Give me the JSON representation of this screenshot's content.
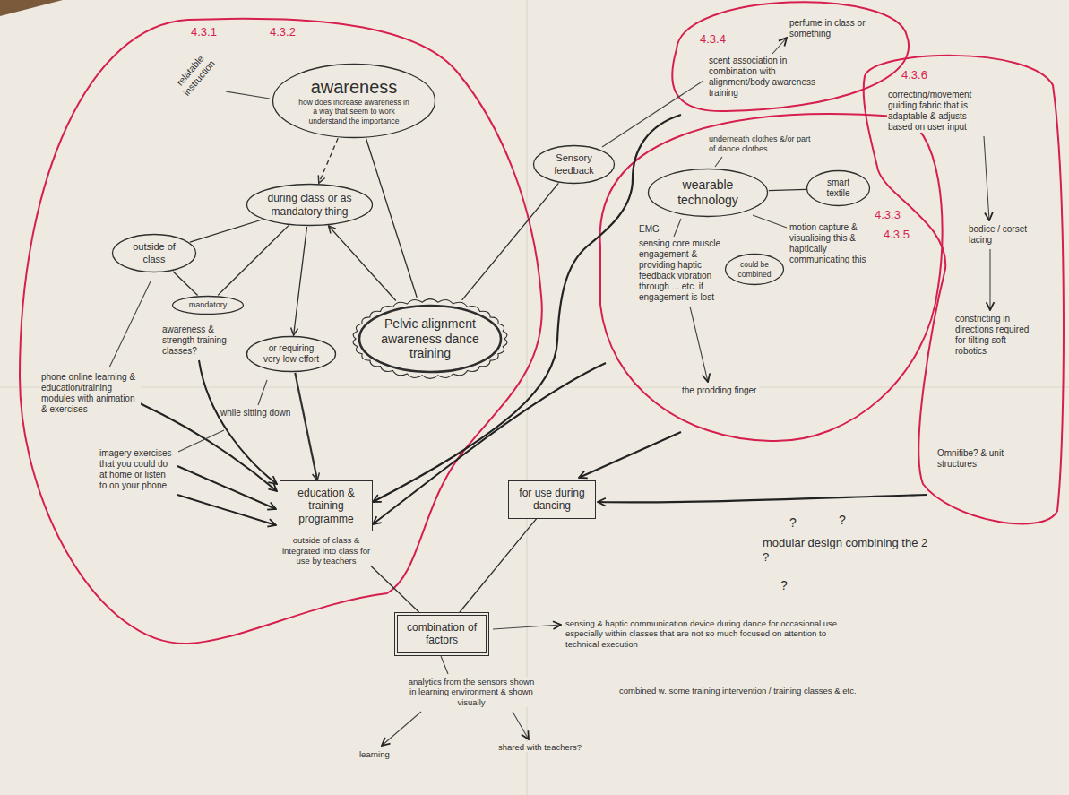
{
  "diagram": {
    "nodes": [
      {
        "text": [
          "awareness",
          "how does increase awareness in a way that seem to work understand the importance"
        ]
      },
      {
        "text": [
          "during class or as mandatory thing"
        ]
      },
      {
        "text": [
          "outside of class"
        ]
      },
      {
        "text": [
          "mandatory"
        ]
      },
      {
        "text": [
          "or requiring very low effort"
        ]
      },
      {
        "text": [
          "Pelvic alignment awareness dance training"
        ]
      },
      {
        "text": [
          "Sensory feedback"
        ]
      },
      {
        "text": [
          "wearable technology"
        ]
      },
      {
        "text": [
          "smart textile"
        ]
      },
      {
        "text": [
          "could be combined"
        ]
      },
      {
        "text": [
          "education & training programme",
          "outside of class & integrated into class for use by teachers"
        ]
      },
      {
        "text": [
          "for use during dancing"
        ]
      },
      {
        "text": [
          "combination of factors"
        ]
      }
    ],
    "edges": [
      {
        "from": 0,
        "to": 1,
        "arrow": "to"
      },
      {
        "from": 1,
        "to": 2,
        "arrow": "none"
      },
      {
        "from": 1,
        "to": 3,
        "arrow": "none"
      },
      {
        "from": 2,
        "to": 3,
        "arrow": "none"
      },
      {
        "from": 1,
        "to": 4,
        "arrow": "to"
      },
      {
        "from": 4,
        "to": 10,
        "arrow": "to"
      },
      {
        "from": 5,
        "to": 1,
        "arrow": "to"
      },
      {
        "from": 5,
        "to": 0,
        "arrow": "none"
      },
      {
        "from": 5,
        "to": 6,
        "arrow": "none"
      },
      {
        "from": 7,
        "to": 8,
        "arrow": "none"
      },
      {
        "from": 10,
        "to": 12,
        "arrow": "none"
      },
      {
        "from": 11,
        "to": 12,
        "arrow": "none"
      }
    ],
    "labels": [
      "4.3.1",
      "4.3.2",
      "relatable instruction",
      "phone online learning & education/training modules with animation & exercises",
      "awareness & strength training classes?",
      "while sitting down",
      "imagery exercises that you could do at home or listen to on your phone",
      "4.3.4",
      "perfume in class or something",
      "scent association in combination with alignment/body awareness training",
      "underneath clothes &/or part of dance clothes",
      "EMG",
      "sensing core muscle engagement & providing haptic feedback vibration through ... etc. if engagement is lost",
      "the prodding finger",
      "motion capture & visualising this & haptically communicating this",
      "4.3.3",
      "4.3.5",
      "4.3.6",
      "correcting/movement guiding fabric that is adaptable & adjusts based on user input",
      "bodice / corset lacing",
      "constricting in directions required for tilting soft robotics",
      "Omnifibe? & unit structures",
      "?",
      "?",
      "modular design combining the 2 ?",
      "?",
      "sensing & haptic communication device during dance for occasional use especially within classes that are not so much focused on attention to technical execution",
      "combined w. some training intervention / training classes & etc.",
      "analytics from the sensors shown in learning environment & shown visually",
      "learning",
      "shared with teachers?"
    ]
  }
}
